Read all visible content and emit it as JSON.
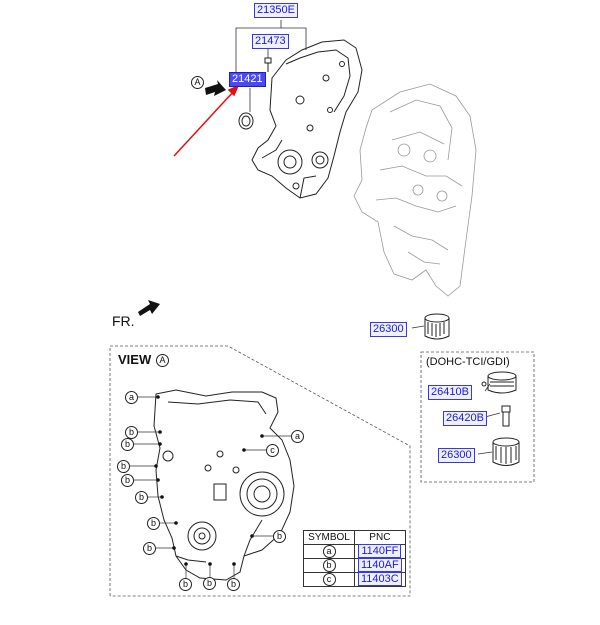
{
  "callouts": {
    "c21350E": "21350E",
    "c21473": "21473",
    "c21421": "21421",
    "c26300_top": "26300",
    "c26410B": "26410B",
    "c26420B": "26420B",
    "c26300_bottom": "26300"
  },
  "labels": {
    "view_arrow_letter": "A",
    "fr": "FR.",
    "view_title": "VIEW",
    "view_letter": "A",
    "variant_box_title": "(DOHC-TCI/GDI)"
  },
  "legend": {
    "col_symbol": "SYMBOL",
    "col_pnc": "PNC",
    "rows": [
      {
        "symbol": "a",
        "pnc": "1140FF"
      },
      {
        "symbol": "b",
        "pnc": "1140AF"
      },
      {
        "symbol": "c",
        "pnc": "11403C"
      }
    ]
  },
  "bolt_symbols": {
    "a": "a",
    "b": "b",
    "c": "c"
  },
  "colors": {
    "callout_text": "#1b1bd0",
    "callout_selected_bg": "#4a4af0",
    "pointer_arrow": "#e01010"
  }
}
